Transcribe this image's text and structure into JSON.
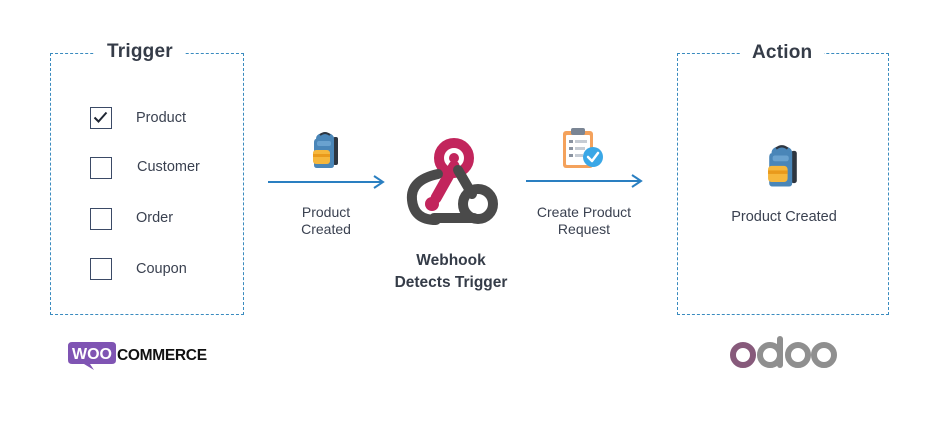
{
  "trigger": {
    "title": "Trigger",
    "options": [
      {
        "label": "Product",
        "checked": true
      },
      {
        "label": "Customer",
        "checked": false
      },
      {
        "label": "Order",
        "checked": false
      },
      {
        "label": "Coupon",
        "checked": false
      }
    ],
    "brand_logo": "WOO COMMERCE"
  },
  "flow": {
    "step1_label_line1": "Product",
    "step1_label_line2": "Created",
    "webhook_line1": "Webhook",
    "webhook_line2": "Detects Trigger",
    "step2_label_line1": "Create Product",
    "step2_label_line2": "Request"
  },
  "action": {
    "title": "Action",
    "result_label": "Product Created",
    "brand_logo": "odoo"
  },
  "colors": {
    "dashed_border": "#3a8bbf",
    "arrow": "#2a7fc1",
    "webhook_pink": "#c2255c",
    "webhook_dark": "#4a4a4a",
    "woo_purple": "#7f54b3",
    "odoo_purple": "#875a7b",
    "odoo_gray": "#8f8f8f"
  }
}
